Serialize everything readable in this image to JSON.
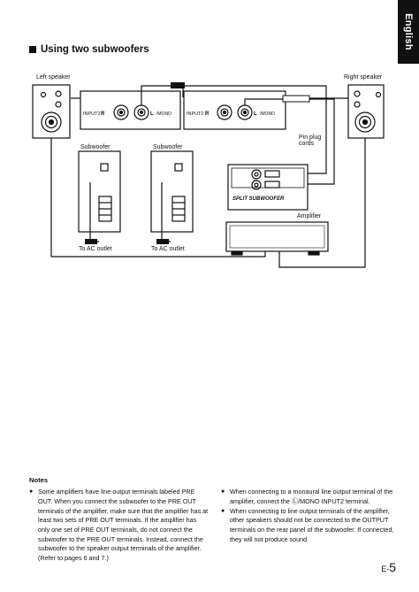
{
  "language_tab": "English",
  "section_title": "Using two subwoofers",
  "diagram": {
    "left_speaker": "Left speaker",
    "right_speaker": "Right speaker",
    "subwoofer_1": "Subwoofer",
    "subwoofer_2": "Subwoofer",
    "ac_outlet_1": "To AC outlet",
    "ac_outlet_2": "To AC outlet",
    "pin_plug_cords": "Pin plug\ncords",
    "amplifier": "Amplifier",
    "split_subwoofer": "SPLIT SUBWOOFER",
    "input2": "INPUT2",
    "r": "R",
    "l": "L",
    "mono": "/MONO"
  },
  "notes": {
    "title": "Notes",
    "items": [
      "Some amplifiers have line output terminals labeled PRE OUT. When you connect the subwoofer to the PRE OUT terminals of the amplifier, make sure that the amplifier has at least two sets of PRE OUT terminals. If the amplifier has only one set of PRE OUT terminals, do not connect the subwoofer to the PRE OUT terminals. Instead, connect the subwoofer to the speaker output terminals of the amplifier. (Refer to pages 6 and 7.)",
      "When connecting to a monaural line output terminal of the amplifier, connect the Ⓛ/MONO INPUT2 terminal.",
      "When connecting to line output terminals of the amplifier, other speakers should not be connected to the OUTPUT terminals on the rear panel of the subwoofer. If connected, they will not produce sound."
    ]
  },
  "page_number": {
    "prefix": "E-",
    "number": "5"
  }
}
